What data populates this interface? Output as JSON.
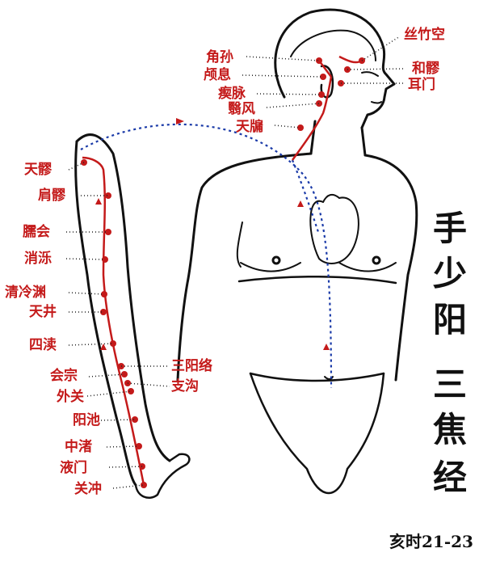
{
  "title": [
    "手",
    "少",
    "阳",
    "三",
    "焦",
    "经"
  ],
  "time_label": "亥时21-23",
  "colors": {
    "meridian": "#c41a1a",
    "connector": "#1a3aa8",
    "outline": "#111111"
  },
  "points": {
    "guanchong": "关冲",
    "yemen": "液门",
    "zhongzhu": "中渚",
    "yangchi": "阳池",
    "waiguan": "外关",
    "zhigou": "支沟",
    "huizong": "会宗",
    "sanyangluo": "三阳络",
    "sidu": "四渎",
    "tianjing": "天井",
    "qinglengyuan": "清冷渊",
    "xiaoluo": "消泺",
    "naohui": "臑会",
    "jianliao": "肩髎",
    "tianliao": "天髎",
    "tianyou": "天牖",
    "yifeng": "翳风",
    "chimai": "瘈脉",
    "luxi": "颅息",
    "jiaosun": "角孙",
    "ermen": "耳门",
    "heliao": "和髎",
    "sizhukong": "丝竹空"
  }
}
